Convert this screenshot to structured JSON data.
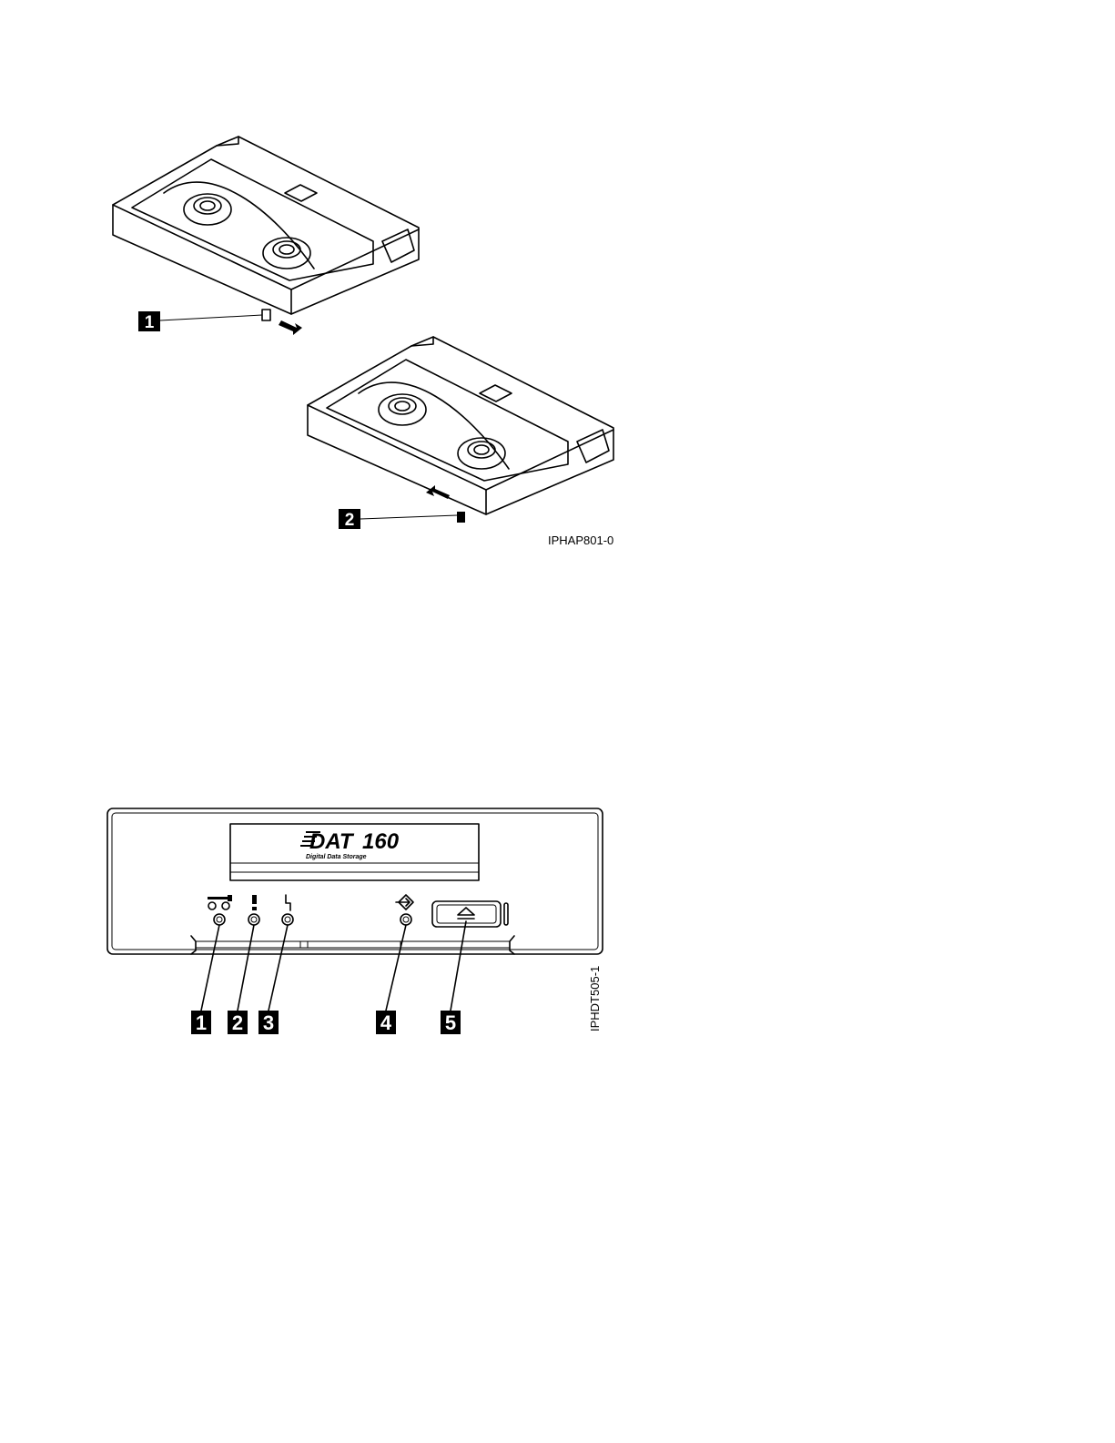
{
  "figure1": {
    "id_label": "IPHAP801-0",
    "callouts": [
      "1",
      "2"
    ]
  },
  "figure2": {
    "id_label": "IPHDT505-1",
    "logo_main": "DAT",
    "logo_number": "160",
    "logo_subtitle": "Digital Data Storage",
    "callouts": [
      "1",
      "2",
      "3",
      "4",
      "5"
    ],
    "icons": [
      "tape-cassette-icon",
      "caution-icon",
      "drive-error-icon",
      "media-activity-icon",
      "eject-icon"
    ]
  },
  "colors": {
    "ink": "#000000",
    "paper": "#ffffff"
  }
}
